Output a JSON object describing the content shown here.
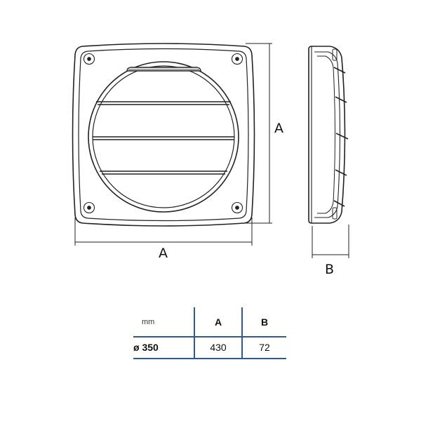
{
  "dimensions": {
    "front_height_label": "A",
    "front_width_label": "A",
    "side_depth_label": "B"
  },
  "table": {
    "headers": {
      "unit": "mm",
      "a": "A",
      "b": "B"
    },
    "rows": [
      {
        "size": "ø 350",
        "a": "430",
        "b": "72"
      }
    ],
    "line_color": "#2f5b8a"
  }
}
